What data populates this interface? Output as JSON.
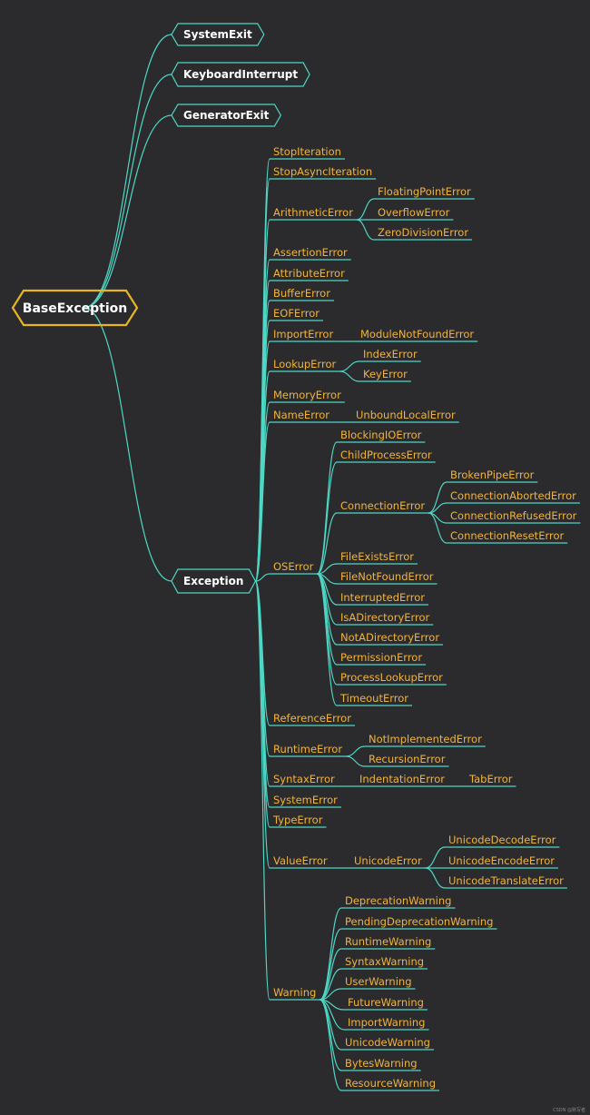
{
  "colors": {
    "background": "#2b2b2e",
    "line": "#4ed7c4",
    "text": "#f2b33a",
    "node_text": "#ffffff",
    "root_border": "#e8b521",
    "box_border": "#4ed7c4"
  },
  "root": {
    "label": "BaseException"
  },
  "top_level": [
    {
      "label": "SystemExit"
    },
    {
      "label": "KeyboardInterrupt"
    },
    {
      "label": "GeneratorExit"
    },
    {
      "label": "Exception"
    }
  ],
  "exception_children": [
    {
      "label": "StopIteration"
    },
    {
      "label": "StopAsyncIteration"
    },
    {
      "label": "ArithmeticError",
      "children": [
        {
          "label": "FloatingPointError"
        },
        {
          "label": "OverflowError"
        },
        {
          "label": "ZeroDivisionError"
        }
      ]
    },
    {
      "label": "AssertionError"
    },
    {
      "label": "AttributeError"
    },
    {
      "label": "BufferError"
    },
    {
      "label": "EOFError"
    },
    {
      "label": "ImportError",
      "children": [
        {
          "label": "ModuleNotFoundError"
        }
      ]
    },
    {
      "label": "LookupError",
      "children": [
        {
          "label": "IndexError"
        },
        {
          "label": "KeyError"
        }
      ]
    },
    {
      "label": "MemoryError"
    },
    {
      "label": "NameError",
      "children": [
        {
          "label": "UnboundLocalError"
        }
      ]
    },
    {
      "label": "OSError",
      "children": [
        {
          "label": "BlockingIOError"
        },
        {
          "label": "ChildProcessError"
        },
        {
          "label": "ConnectionError",
          "children": [
            {
              "label": "BrokenPipeError"
            },
            {
              "label": "ConnectionAbortedError"
            },
            {
              "label": "ConnectionRefusedError"
            },
            {
              "label": "ConnectionResetError"
            }
          ]
        },
        {
          "label": "FileExistsError"
        },
        {
          "label": "FileNotFoundError"
        },
        {
          "label": "InterruptedError"
        },
        {
          "label": "IsADirectoryError"
        },
        {
          "label": "NotADirectoryError"
        },
        {
          "label": "PermissionError"
        },
        {
          "label": "ProcessLookupError"
        },
        {
          "label": "TimeoutError"
        }
      ]
    },
    {
      "label": "ReferenceError"
    },
    {
      "label": "RuntimeError",
      "children": [
        {
          "label": "NotImplementedError"
        },
        {
          "label": "RecursionError"
        }
      ]
    },
    {
      "label": "SyntaxError",
      "children": [
        {
          "label": "IndentationError",
          "children": [
            {
              "label": "TabError"
            }
          ]
        }
      ]
    },
    {
      "label": "SystemError"
    },
    {
      "label": "TypeError"
    },
    {
      "label": "ValueError",
      "children": [
        {
          "label": "UnicodeError",
          "children": [
            {
              "label": "UnicodeDecodeError"
            },
            {
              "label": "UnicodeEncodeError"
            },
            {
              "label": "UnicodeTranslateError"
            }
          ]
        }
      ]
    },
    {
      "label": "Warning",
      "children": [
        {
          "label": "DeprecationWarning"
        },
        {
          "label": "PendingDeprecationWarning"
        },
        {
          "label": "RuntimeWarning"
        },
        {
          "label": "SyntaxWarning"
        },
        {
          "label": "UserWarning"
        },
        {
          "label": "FutureWarning"
        },
        {
          "label": "ImportWarning"
        },
        {
          "label": "UnicodeWarning"
        },
        {
          "label": "BytesWarning"
        },
        {
          "label": "ResourceWarning"
        }
      ]
    }
  ],
  "watermark": "CSDN @默写者"
}
